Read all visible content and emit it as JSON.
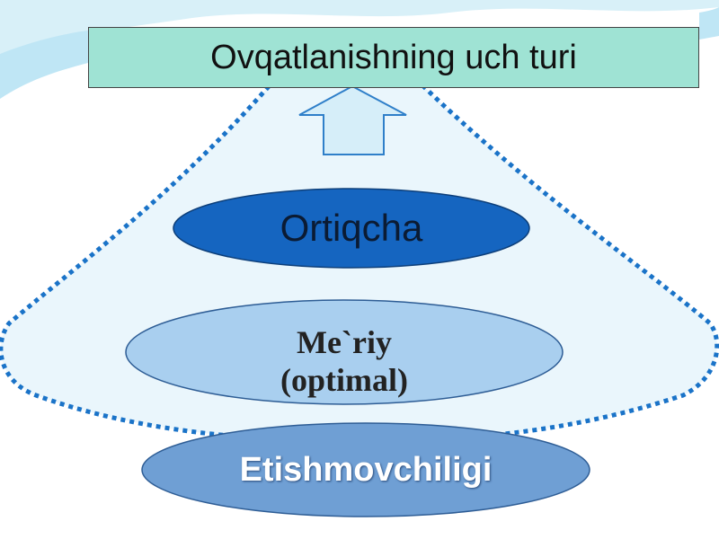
{
  "title": "Ovqatlanishning uch turi",
  "levels": [
    {
      "label": "Ortiqcha",
      "color": "#1565c0"
    },
    {
      "label_line1": "Me`riy",
      "label_line2": "(optimal)",
      "color": "#a9cfef"
    },
    {
      "label": "Etishmovchiligi",
      "color": "#6f9fd4"
    }
  ],
  "icons": {
    "up_arrow": "up-arrow-icon",
    "background_waves": "wave-decoration"
  },
  "colors": {
    "title_fill": "#9fe3d4",
    "cone_fill": "#eaf6fc",
    "cone_outline": "#1a73c8",
    "wave": "#bfe6f5"
  }
}
